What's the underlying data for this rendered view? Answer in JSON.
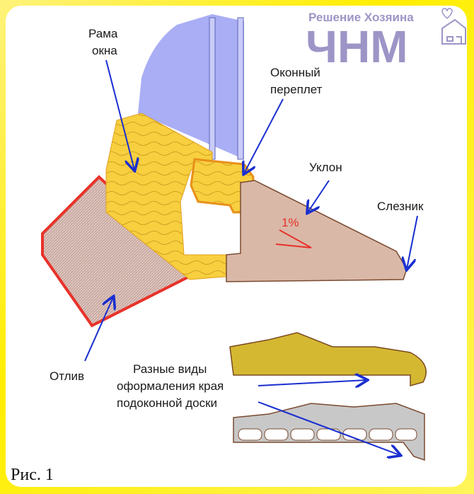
{
  "logo": {
    "tagline": "Решение Хозяина",
    "letters": "ЧНМ"
  },
  "labels": {
    "frame": [
      "Рама",
      "окна"
    ],
    "sash": [
      "Оконный",
      "переплет"
    ],
    "slope": "Уклон",
    "slope_value": "1%",
    "drip_edge": "Слезник",
    "ebb": "Отлив",
    "edge_types": [
      "Разные виды",
      "оформаления края",
      "подоконной доски"
    ]
  },
  "caption": "Рис. 1",
  "colors": {
    "border": "#ffee00",
    "arrow": "#1a2fd0",
    "wood": "#f5c93a",
    "sill": "#d9b8a8",
    "ebb": "#e8322a",
    "glass": "#a9aef5",
    "logo": "#9d95c6"
  }
}
